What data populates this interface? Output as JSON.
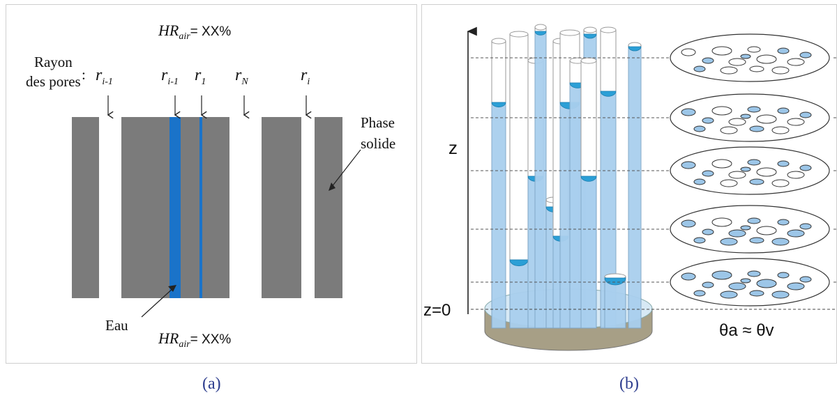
{
  "panel_a": {
    "hr_top": {
      "base": "HR",
      "sub": "air",
      "value": "= XX%"
    },
    "hr_bottom": {
      "base": "HR",
      "sub": "air",
      "value": "= XX%"
    },
    "pore_radius_label": [
      "Rayon",
      "des pores"
    ],
    "colon": ":",
    "radius_labels": [
      {
        "base": "r",
        "sub": "i-1"
      },
      {
        "base": "r",
        "sub": "i-1"
      },
      {
        "base": "r",
        "sub": "1"
      },
      {
        "base": "r",
        "sub": "N"
      },
      {
        "base": "r",
        "sub": "i"
      }
    ],
    "solid_phase_label": [
      "Phase",
      "solide"
    ],
    "water_label": "Eau",
    "colors": {
      "solid": "#7b7b7b",
      "water": "#1a73c9"
    }
  },
  "panel_b": {
    "axis_label": "z",
    "origin_label": "z=0",
    "angle_label": "θa ≈ θv",
    "colors": {
      "tube_fill": "#a9cfee",
      "meniscus": "#2b9fd6",
      "base": "#a79f86"
    }
  },
  "captions": {
    "a": "(a)",
    "b": "(b)"
  }
}
